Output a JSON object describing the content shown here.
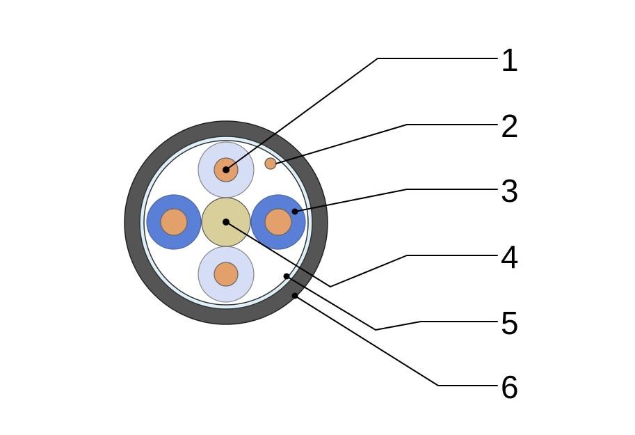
{
  "callouts": [
    {
      "label": "1"
    },
    {
      "label": "2"
    },
    {
      "label": "3"
    },
    {
      "label": "4"
    },
    {
      "label": "5"
    },
    {
      "label": "6"
    }
  ],
  "colors": {
    "jacket": "#555555",
    "shield_foil": "#ddf0f8",
    "filler": "#ffffff",
    "copper": "#e3a06a",
    "insulation_light_blue": "#d6def5",
    "insulation_blue": "#5a7fd6",
    "center_core": "#d8cf9a",
    "outline": "#333333",
    "leader": "#000000"
  }
}
